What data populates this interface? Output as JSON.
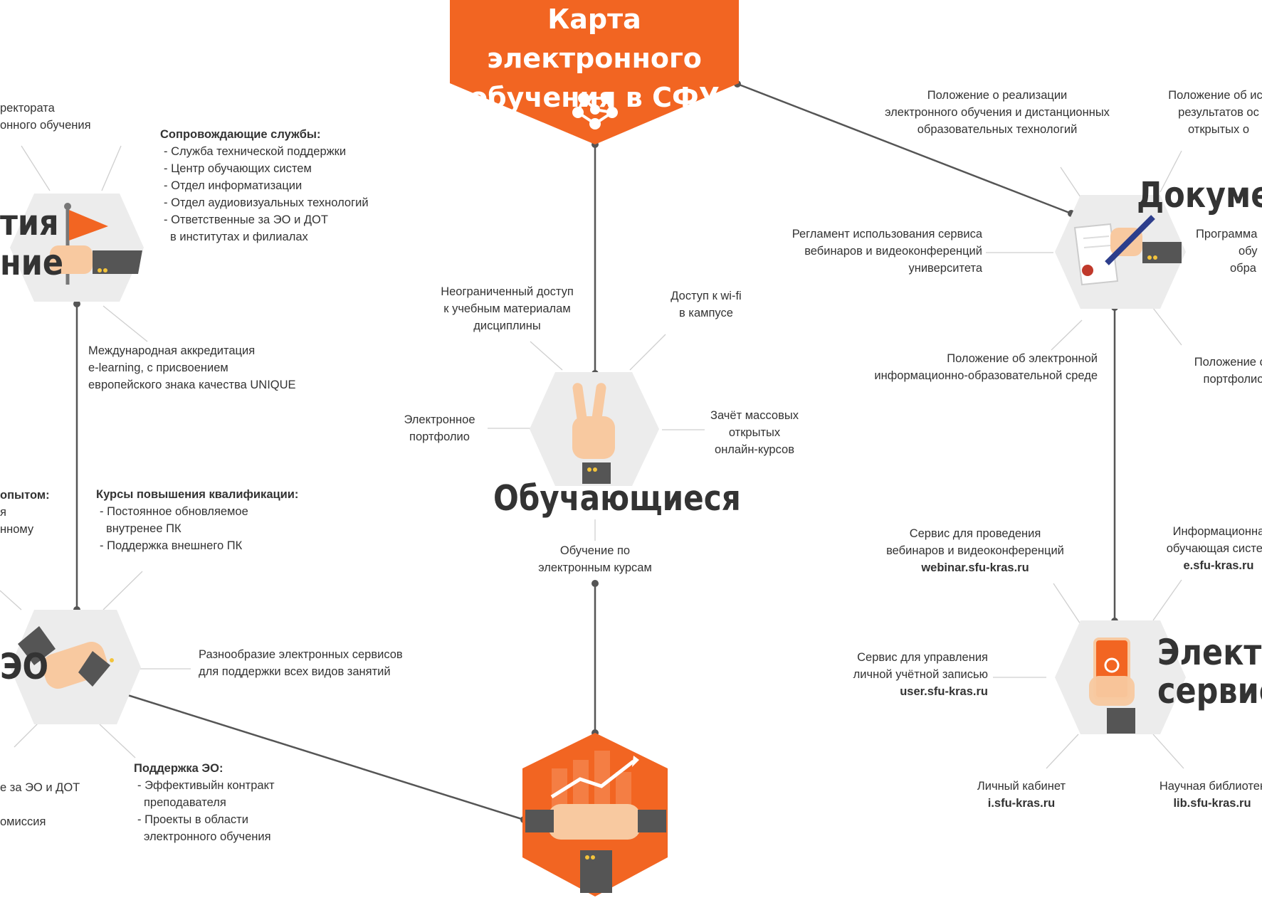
{
  "title": {
    "line1": "Карта электронного",
    "line2": "обучения в СФУ"
  },
  "nodes": {
    "students": {
      "heading": "Обучающиеся"
    },
    "documents": {
      "heading": "Документ"
    },
    "services": {
      "heading_line1": "Электро",
      "heading_line2": "сервисы"
    },
    "strategy": {
      "heading_line1": "тия",
      "heading_line2": "ние"
    },
    "support": {
      "heading": "ЭО"
    }
  },
  "labels": {
    "rectorate": [
      "ректората",
      "онного обучения"
    ],
    "services_support_title": "Сопровождающие службы:",
    "services_support_items": [
      "- Служба технической поддержки",
      "- Центр обучающих систем",
      "- Отдел информатизации",
      "- Отдел аудиовизуальных технологий",
      "- Ответственные за ЭО и ДОТ",
      "  в институтах и филиалах"
    ],
    "accreditation": [
      "Международная аккредитация",
      "e-learning, с присвоением",
      "европейского знака качества UNIQUE"
    ],
    "experience": [
      "опытом:",
      "я",
      "",
      "нному"
    ],
    "courses_title": "Курсы повышения квалификации:",
    "courses_items": [
      "- Постоянное обновляемое",
      "  внутренее ПК",
      "- Поддержка внешнего ПК"
    ],
    "variety": [
      "Разнообразие электронных сервисов",
      "для поддержки всех видов занятий"
    ],
    "dot_resp": "е за ЭО и ДОТ",
    "commission": "омиссия",
    "eo_support_title": "Поддержка ЭО:",
    "eo_support_items": [
      "- Эффективыйн контракт",
      "  преподавателя",
      "- Проекты в области",
      "  электронного обучения"
    ],
    "unlimited_access": [
      "Неограниченный доступ",
      "к учебным материалам",
      "дисциплины"
    ],
    "wifi": [
      "Доступ к wi-fi",
      "в кампусе"
    ],
    "portfolio": [
      "Электронное",
      "портфолио"
    ],
    "mooc": [
      "Зачёт массовых",
      "открытых",
      "онлайн-курсов"
    ],
    "ecourses": [
      "Обучение по",
      "электронным курсам"
    ],
    "regulation_eo": [
      "Положение о реализации",
      "электронного обучения и дистанционных",
      "образовательных технологий"
    ],
    "regulation_results": [
      "Положение об исп",
      "результатов ос",
      "открытых о"
    ],
    "webinar_reglament": [
      "Регламент использования сервиса",
      "вебинаров и видеоконференций",
      "университета"
    ],
    "program": [
      "Программа",
      "обу",
      "обра"
    ],
    "eios": [
      "Положение об электронной",
      "информационно-образовательной среде"
    ],
    "portfolio_reg": [
      "Положение об",
      "портфолио"
    ],
    "webinar_service": [
      "Сервис для проведения",
      "вебинаров и видеоконференций"
    ],
    "webinar_url": "webinar.sfu-kras.ru",
    "info_system": [
      "Информационна",
      "обучающая систем"
    ],
    "info_url": "e.sfu-kras.ru",
    "account_service": [
      "Сервис для управления",
      "личной учётной записью"
    ],
    "account_url": "user.sfu-kras.ru",
    "cabinet": "Личный кабинет",
    "cabinet_url": "i.sfu-kras.ru",
    "library": "Научная библиотек",
    "library_url": "lib.sfu-kras.ru"
  },
  "colors": {
    "accent": "#f26522",
    "hex_gray": "#ececec",
    "line": "#555555",
    "sleeve": "#555555",
    "skin": "#f8c9a0"
  },
  "icons": [
    "network-logo-icon",
    "flag-hand-icon",
    "victory-hand-icon",
    "document-sign-icon",
    "handshake-icon",
    "smartphone-hand-icon",
    "growth-hands-icon"
  ]
}
